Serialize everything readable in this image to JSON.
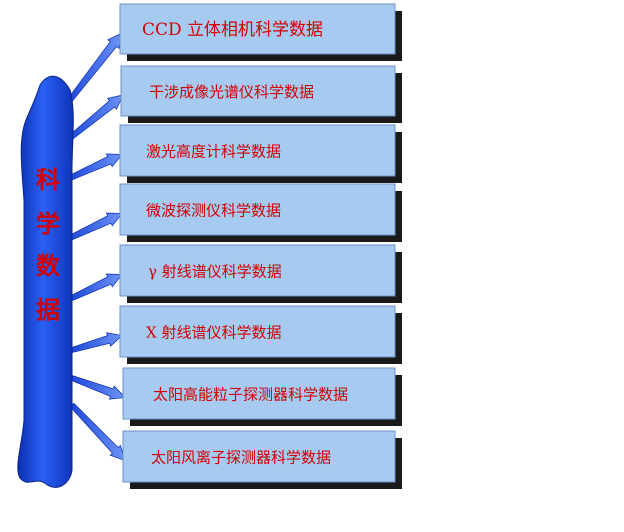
{
  "banner": {
    "chars": [
      "科",
      "学",
      "数",
      "据"
    ]
  },
  "boxes": [
    {
      "label": "CCD 立体相机科学数据"
    },
    {
      "label": "干涉成像光谱仪科学数据"
    },
    {
      "label": "激光高度计科学数据"
    },
    {
      "label": "微波探测仪科学数据"
    },
    {
      "label": "γ 射线谱仪科学数据"
    },
    {
      "label": "X 射线谱仪科学数据"
    },
    {
      "label": "太阳高能粒子探测器科学数据"
    },
    {
      "label": "太阳风离子探测器科学数据"
    }
  ],
  "colors": {
    "box_fill": "#a6caf0",
    "box_shadow": "#1a1a1a",
    "banner_fill": "#1c4fe6",
    "arrow_fill": "#3a6ef0",
    "text": "#d40000"
  }
}
